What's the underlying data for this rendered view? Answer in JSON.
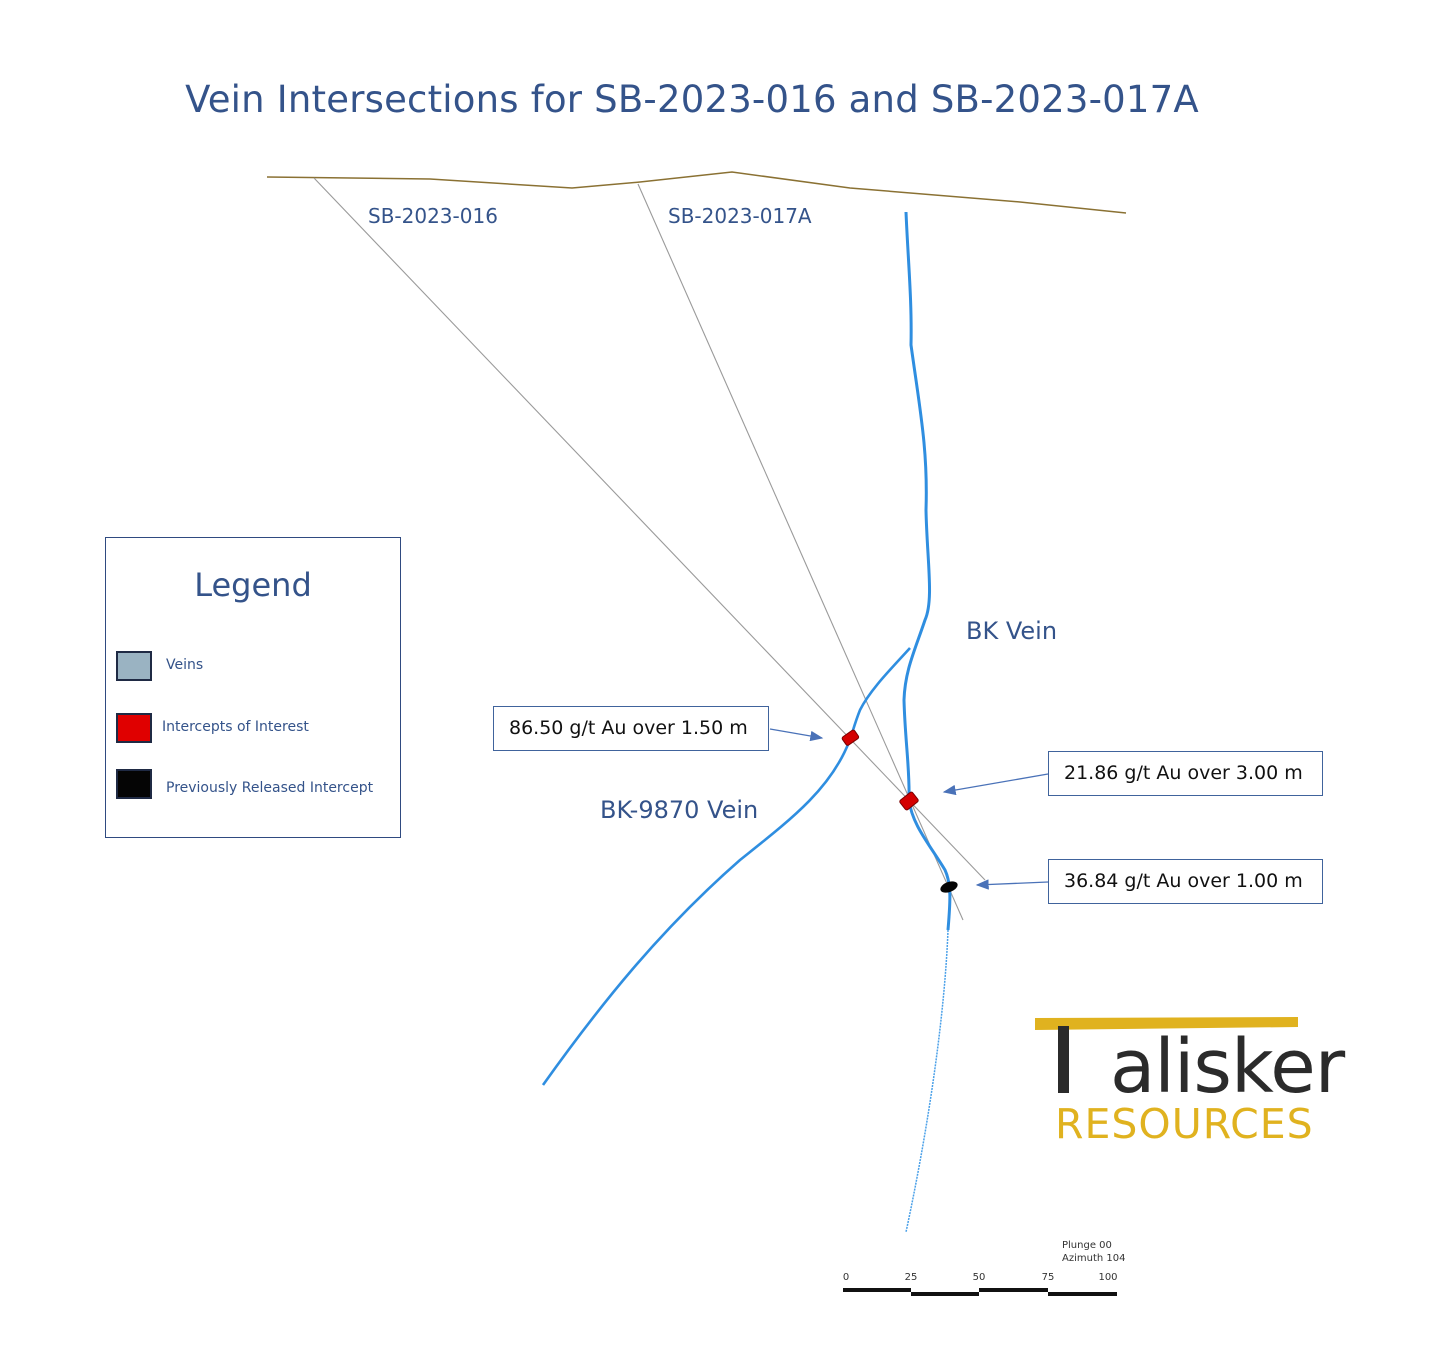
{
  "title": "Vein Intersections for SB-2023-016 and SB-2023-017A",
  "drill_holes": [
    "SB-2023-016",
    "SB-2023-017A"
  ],
  "veins": {
    "bk": "BK Vein",
    "bk9870": "BK-9870 Vein"
  },
  "callouts": [
    "86.50 g/t Au over 1.50 m",
    "21.86 g/t Au over 3.00 m",
    "36.84 g/t Au over 1.00 m"
  ],
  "legend": {
    "title": "Legend",
    "items": [
      {
        "label": "Veins",
        "color": "#9ab3c2"
      },
      {
        "label": "Intercepts of Interest",
        "color": "#e00000"
      },
      {
        "label": "Previously Released Intercept",
        "color": "#050505"
      }
    ]
  },
  "logo": {
    "name": "Talisker",
    "sub": "RESOURCES",
    "bar_color": "#e0b21f"
  },
  "orientation": {
    "plunge": "Plunge 00",
    "azimuth": "Azimuth 104"
  },
  "scale_bar": {
    "ticks": [
      "0",
      "25",
      "50",
      "75",
      "100"
    ]
  },
  "colors": {
    "vein": "#2f8ee0",
    "topography": "#8a7133",
    "drill_trace": "#9a9a9a",
    "text": "#34538a"
  }
}
